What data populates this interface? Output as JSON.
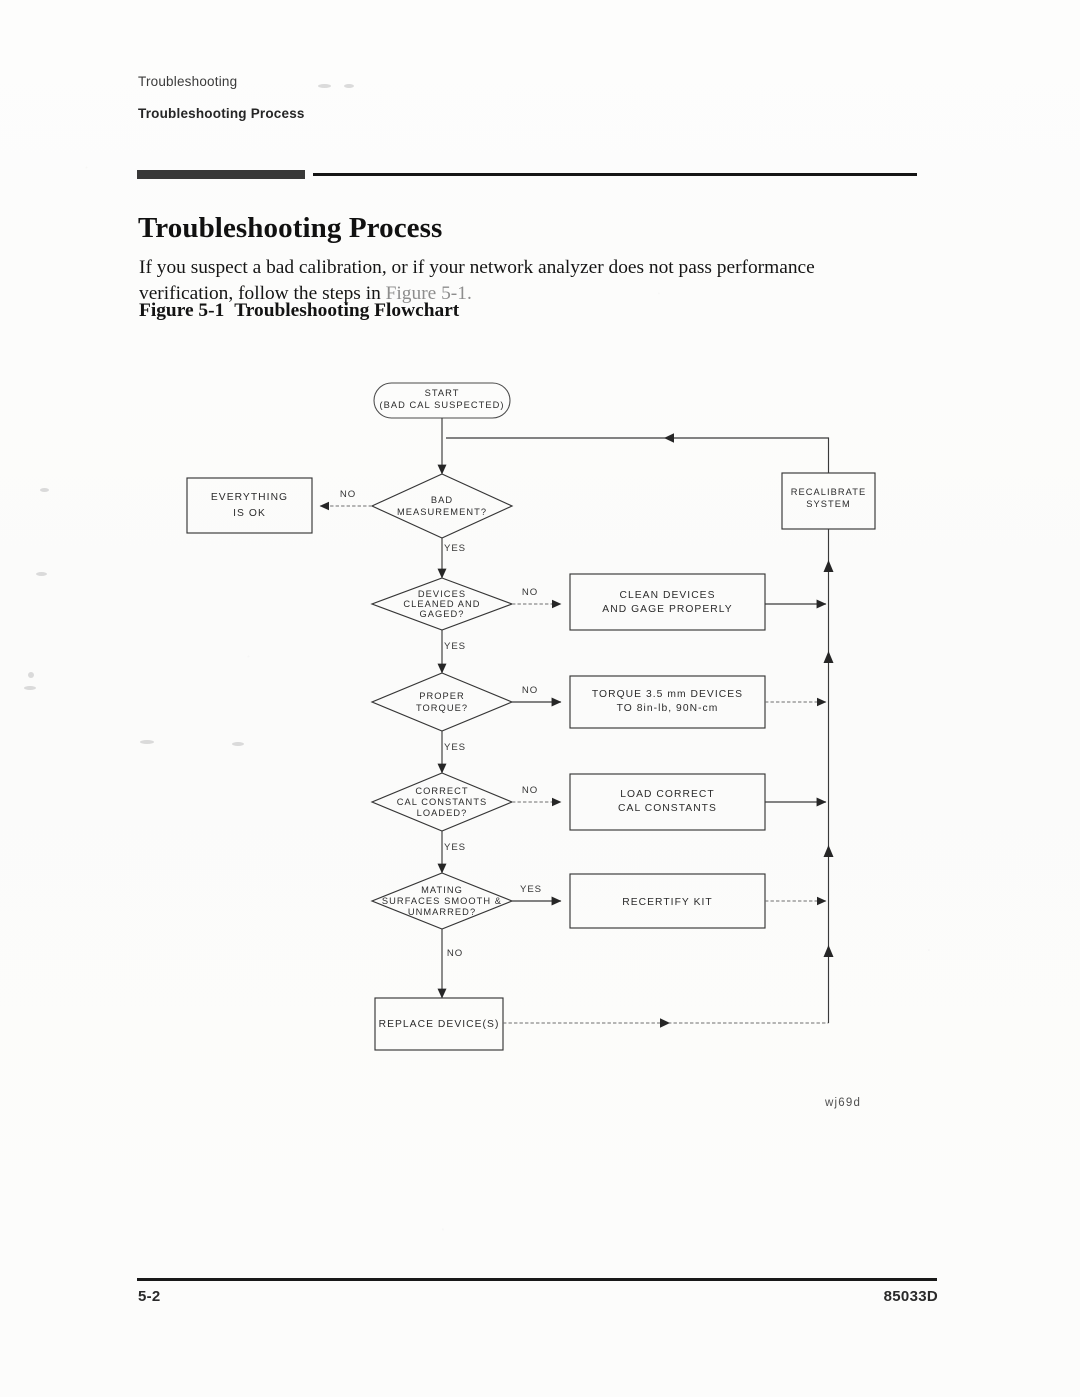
{
  "page": {
    "running_head_line1": "Troubleshooting",
    "running_head_line2": "Troubleshooting Process",
    "heading": "Troubleshooting Process",
    "body_line1": "If you suspect a bad calibration, or if your network analyzer does not pass performance",
    "body_line2_lead": "verification, follow the steps in ",
    "body_line2_ref": "Figure 5-1.",
    "figure_caption_number": "Figure 5-1",
    "figure_caption_title": "Troubleshooting Flowchart",
    "figure_id": "wj69d",
    "footer_left": "5-2",
    "footer_right": "85033D"
  },
  "chart_data": {
    "type": "diagram",
    "title": "Troubleshooting Flowchart",
    "nodes": [
      {
        "id": "start",
        "shape": "terminator",
        "line1": "START",
        "line2": "(BAD  CAL  SUSPECTED)"
      },
      {
        "id": "ok",
        "shape": "process",
        "line1": "EVERYTHING",
        "line2": "IS  OK"
      },
      {
        "id": "d1",
        "shape": "decision",
        "line1": "BAD",
        "line2": "MEASUREMENT?"
      },
      {
        "id": "recal",
        "shape": "process",
        "line1": "RECALIBRATE",
        "line2": "SYSTEM"
      },
      {
        "id": "d2",
        "shape": "decision",
        "line1": "DEVICES",
        "line2": "CLEANED AND",
        "line3": "GAGED?"
      },
      {
        "id": "clean",
        "shape": "process",
        "line1": "CLEAN DEVICES",
        "line2": "AND GAGE PROPERLY"
      },
      {
        "id": "d3",
        "shape": "decision",
        "line1": "PROPER",
        "line2": "TORQUE?"
      },
      {
        "id": "torque",
        "shape": "process",
        "line1": "TORQUE 3.5 mm DEVICES",
        "line2": "TO 8in-lb, 90N-cm"
      },
      {
        "id": "d4",
        "shape": "decision",
        "line1": "CORRECT",
        "line2": "CAL CONSTANTS",
        "line3": "LOADED?"
      },
      {
        "id": "load",
        "shape": "process",
        "line1": "LOAD CORRECT",
        "line2": "CAL CONSTANTS"
      },
      {
        "id": "d5",
        "shape": "decision",
        "line1": "MATING",
        "line2": "SURFACES SMOOTH &",
        "line3": "UNMARRED?"
      },
      {
        "id": "recert",
        "shape": "process",
        "line1": "RECERTIFY KIT"
      },
      {
        "id": "replace",
        "shape": "process",
        "line1": "REPLACE DEVICE(S)"
      }
    ],
    "edges": [
      {
        "from": "start",
        "to": "d1",
        "label": ""
      },
      {
        "from": "d1",
        "to": "ok",
        "label": "NO"
      },
      {
        "from": "d1",
        "to": "d2",
        "label": "YES"
      },
      {
        "from": "d2",
        "to": "clean",
        "label": "NO"
      },
      {
        "from": "d2",
        "to": "d3",
        "label": "YES"
      },
      {
        "from": "d3",
        "to": "torque",
        "label": "NO"
      },
      {
        "from": "d3",
        "to": "d4",
        "label": "YES"
      },
      {
        "from": "d4",
        "to": "load",
        "label": "NO"
      },
      {
        "from": "d4",
        "to": "d5",
        "label": "YES"
      },
      {
        "from": "d5",
        "to": "recert",
        "label": "YES"
      },
      {
        "from": "d5",
        "to": "replace",
        "label": "NO"
      },
      {
        "from": "clean",
        "to": "recal",
        "label": ""
      },
      {
        "from": "torque",
        "to": "recal",
        "label": ""
      },
      {
        "from": "load",
        "to": "recal",
        "label": ""
      },
      {
        "from": "recert",
        "to": "recal",
        "label": ""
      },
      {
        "from": "replace",
        "to": "recal",
        "label": ""
      },
      {
        "from": "recal",
        "to": "d1",
        "label": ""
      }
    ],
    "labels": {
      "yes": "YES",
      "no": "NO"
    }
  }
}
